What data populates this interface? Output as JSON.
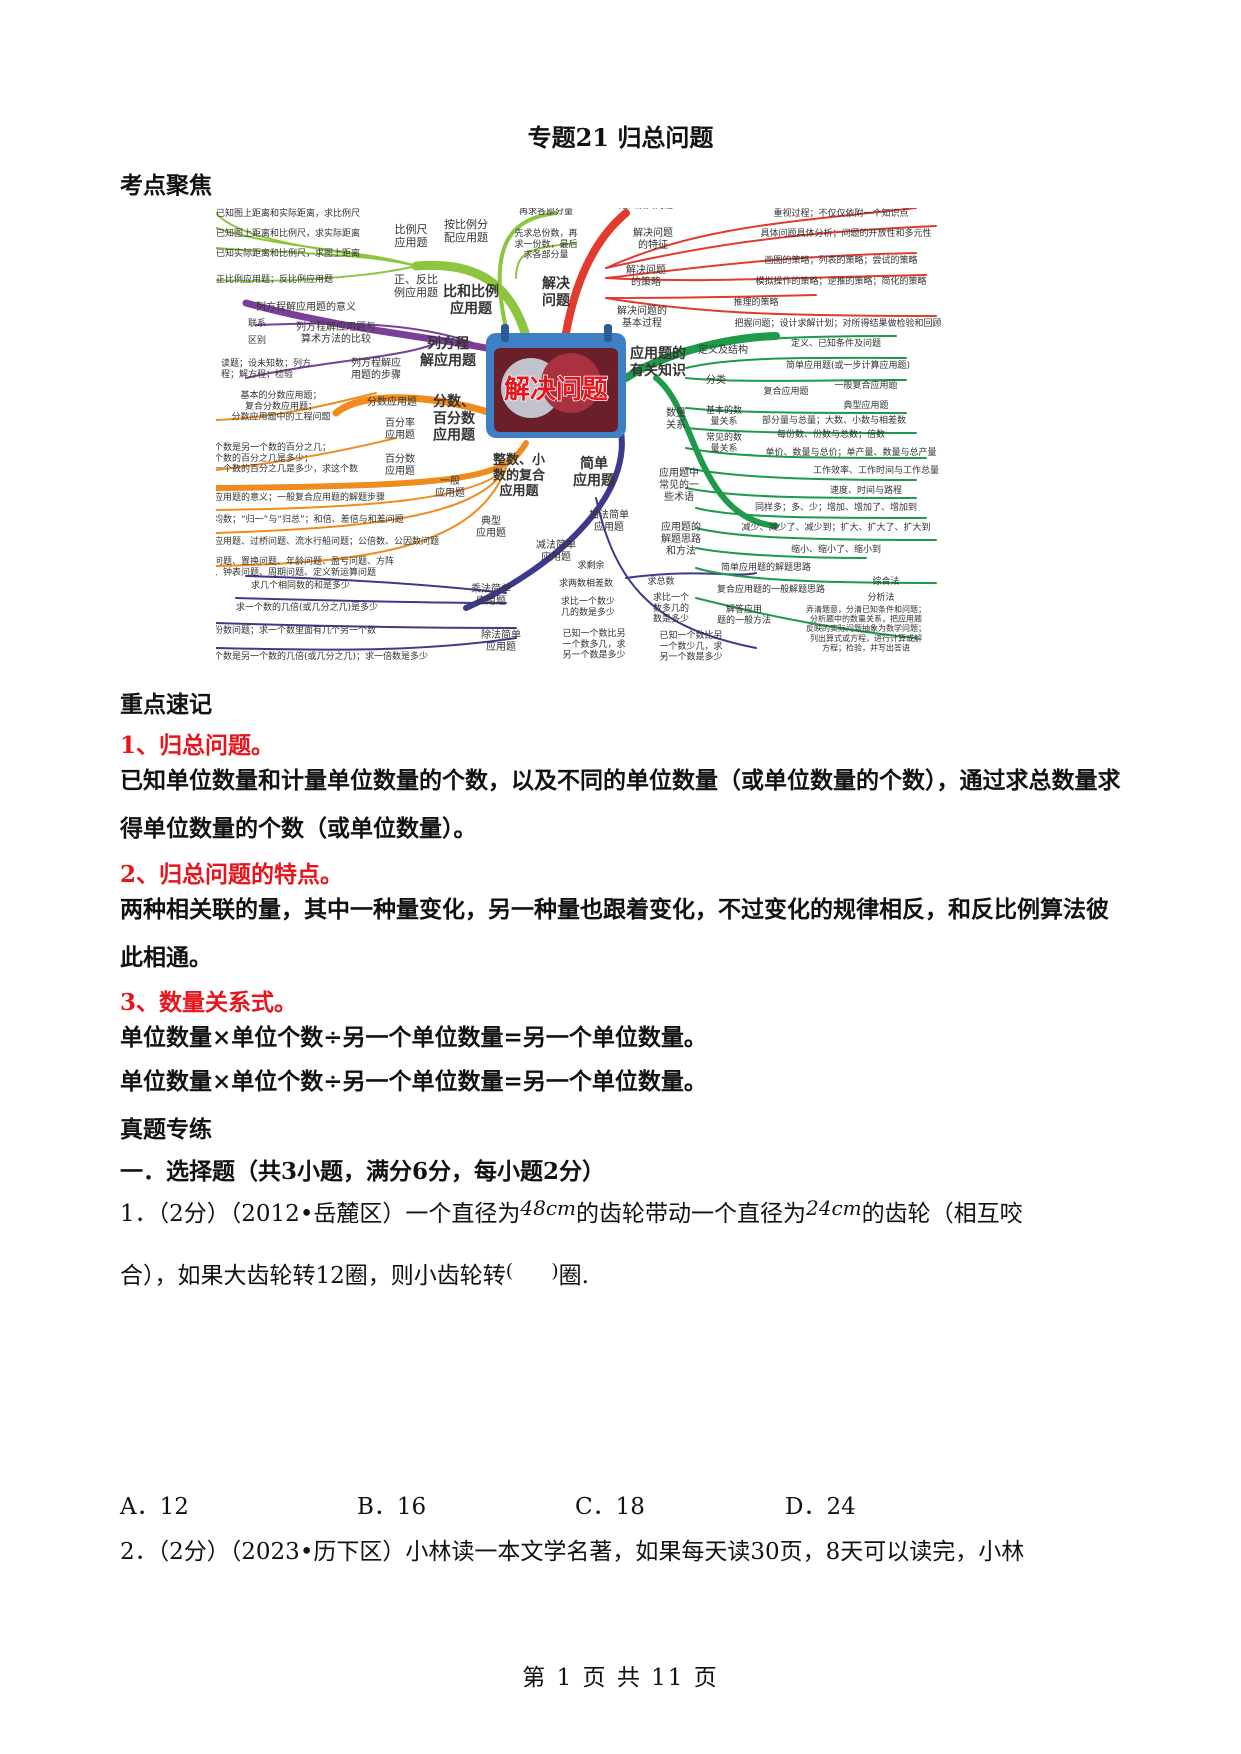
{
  "title": "专题21 归总问题",
  "sections": {
    "focus": "考点聚焦",
    "memo": "重点速记",
    "practice": "真题专练"
  },
  "mindmap": {
    "center": "解决问题",
    "branches": {
      "b1": "比和比例\n应用题",
      "b2": "列方程\n解应用题",
      "b3": "分数、\n百分数\n应用题",
      "b4": "整数、小\n数的复合\n应用题",
      "b5": "简单\n应用题",
      "b6": "应用题的\n有关知识",
      "b7": "解决\n问题"
    },
    "labels": {
      "l1": "已知图上距离和实际距离，求比例尺",
      "l2": "已知图上距离和比例尺，求实际距离",
      "l3": "已知实际距离和比例尺，求图上距离",
      "l4": "正比例应用题；反比例应用题",
      "l5": "比例尺\n应用题",
      "l6": "正、反比\n例应用题",
      "l7": "按比例分\n配应用题",
      "l8": "先求总份数，\n再求各部分量",
      "l9": "先求总份数，再\n求一份数，最后\n求各部分量",
      "l10": "列方程解应用题的意义",
      "l11": "联系",
      "l12": "区别",
      "l13": "列方程解应用题与\n算术方法的比较",
      "l14": "读题；设未知数；列方\n程；解方程；检验",
      "l15": "列方程解应\n用题的步骤",
      "l16": "基本的分数应用题；\n复合分数应用题；\n分数应用题中的工程问题",
      "l17": "分数应用题",
      "l18": "百分率\n应用题",
      "l19": "求一个数是另一个数的百分之几；\n求一个数的百分之几是多少；\n已知一个数的百分之几是多少，求这个数",
      "l20": "百分数\n应用题",
      "l21": "一般应用题的意义；一般复合应用题的解题步骤",
      "l22": "一般\n应用题",
      "l23": "求平均数；“归一”与“归总”；和倍、差倍与和差问题",
      "l24": "行程应用题、过桥问题、流水行船问题；公倍数、公因数问题",
      "l25": "植树问题、置换问题、年龄问题、盈亏问题、方阵\n问题、钟表问题、周期问题、定义新运算问题",
      "l26": "典型\n应用题",
      "l27": "求几个相同数的和是多少",
      "l28": "求一个数的几倍(或几分之几)是多少",
      "l29": "乘法简单\n应用题",
      "l30": "求每份数问题；求一个数里面有几个另一个数",
      "l31": "求一个数是另一个数的几倍(或几分之几)；求一倍数是多少",
      "l32": "除法简单\n应用题",
      "l33": "减法简单\n应用题",
      "l34": "求剩余",
      "l35": "求两数相差数",
      "l36": "求比一个数少\n几的数是多少",
      "l37": "已知一个数比另\n一个数多几，求\n另一个数是多少",
      "l38": "加法简单\n应用题",
      "l39": "求总数",
      "l40": "求比一个\n数多几的\n数是多少",
      "l41": "已知一个数比另\n一个数少几，求\n另一个数是多少",
      "l42": "定义及其内涵",
      "l43": "解决问题\n的特征",
      "l44": "重视过程；不仅仅依附一个知识点",
      "l45": "具体问题具体分析；问题的开放性和多元性",
      "l46": "解决问题\n的策略",
      "l47": "画图的策略；列表的策略；尝试的策略",
      "l48": "模拟操作的策略；逆推的策略；简化的策略",
      "l49": "推理的策略",
      "l50": "解决问题的\n基本过程",
      "l51": "把握问题；设计求解计划；对所得结果做检验和回顾",
      "l52": "定义及结构",
      "l53": "定义、已知条件及问题",
      "l54": "简单应用题(或一步计算应用题)",
      "l55": "分类",
      "l56": "复合应用题",
      "l57": "一般复合应用题",
      "l58": "典型应用题",
      "l59": "数量\n关系",
      "l60": "基本的数\n量关系",
      "l61": "部分量与总量；大数、小数与相差数",
      "l62": "每份数、份数与总数；倍数",
      "l63": "常见的数\n量关系",
      "l64": "单价、数量与总价；单产量、数量与总产量",
      "l65": "工作效率、工作时间与工作总量",
      "l66": "速度、时间与路程",
      "l67": "应用题中\n常见的一\n些术语",
      "l68": "同样多；多、少；增加、增加了、增加到",
      "l69": "减少、减少了、减少到；扩大、扩大了、扩大到",
      "l70": "缩小、缩小了、缩小到",
      "l71": "应用题的\n解题思路\n和方法",
      "l72": "简单应用题的解题思路",
      "l73": "复合应用题的一般解题思路",
      "l74": "综合法",
      "l75": "分析法",
      "l76": "解答应用\n题的一般方法",
      "l77": "弄清题意，分清已知条件和问题；\n分析题中的数量关系，把应用题\n反映的实际问题抽象为数学问题；\n列出算式或方程，进行计算或解\n方程；检验，并写出答语"
    },
    "colors": {
      "red": "#e23b2e",
      "green": "#8cc63f",
      "purple": "#7b3f98",
      "orange": "#f08c1d",
      "navy": "#3d3a8c",
      "darkgreen": "#1e9a4a",
      "teal": "#2f9a5a"
    }
  },
  "points": [
    {
      "heading": "1、归总问题。",
      "text": "已知单位数量和计量单位数量的个数，以及不同的单位数量（或单位数量的个数），通过求总数量求得单位数量的个数（或单位数量）。"
    },
    {
      "heading": "2、归总问题的特点。",
      "text": "两种相关联的量，其中一种量变化，另一种量也跟着变化，不过变化的规律相反，和反比例算法彼此相通。"
    },
    {
      "heading": "3、数量关系式。",
      "lines": [
        "单位数量×单位个数÷另一个单位数量=另一个单位数量。",
        "单位数量×单位个数÷另一个单位数量=另一个单位数量。"
      ]
    }
  ],
  "section_one": "一．选择题（共3小题，满分6分，每小题2分）",
  "questions": [
    {
      "number": "1．",
      "score": "（2分）",
      "source": "（2012•岳麓区）",
      "text_a": "一个直径为",
      "dim1": "48cm",
      "text_b": "的齿轮带动一个直径为",
      "dim2": "24cm",
      "text_c": "的齿轮（相互咬",
      "line2_a": "合），如果大齿轮转12圈，则小齿轮转",
      "blank": "(　　)",
      "line2_b": "圈.",
      "options": [
        "A．12",
        "B．16",
        "C．18",
        "D．24"
      ]
    },
    {
      "number": "2．",
      "score": "（2分）",
      "source": "（2023•历下区）",
      "text": "小林读一本文学名著，如果每天读30页，8天可以读完，小林"
    }
  ],
  "footer": "第 1 页 共 11 页"
}
